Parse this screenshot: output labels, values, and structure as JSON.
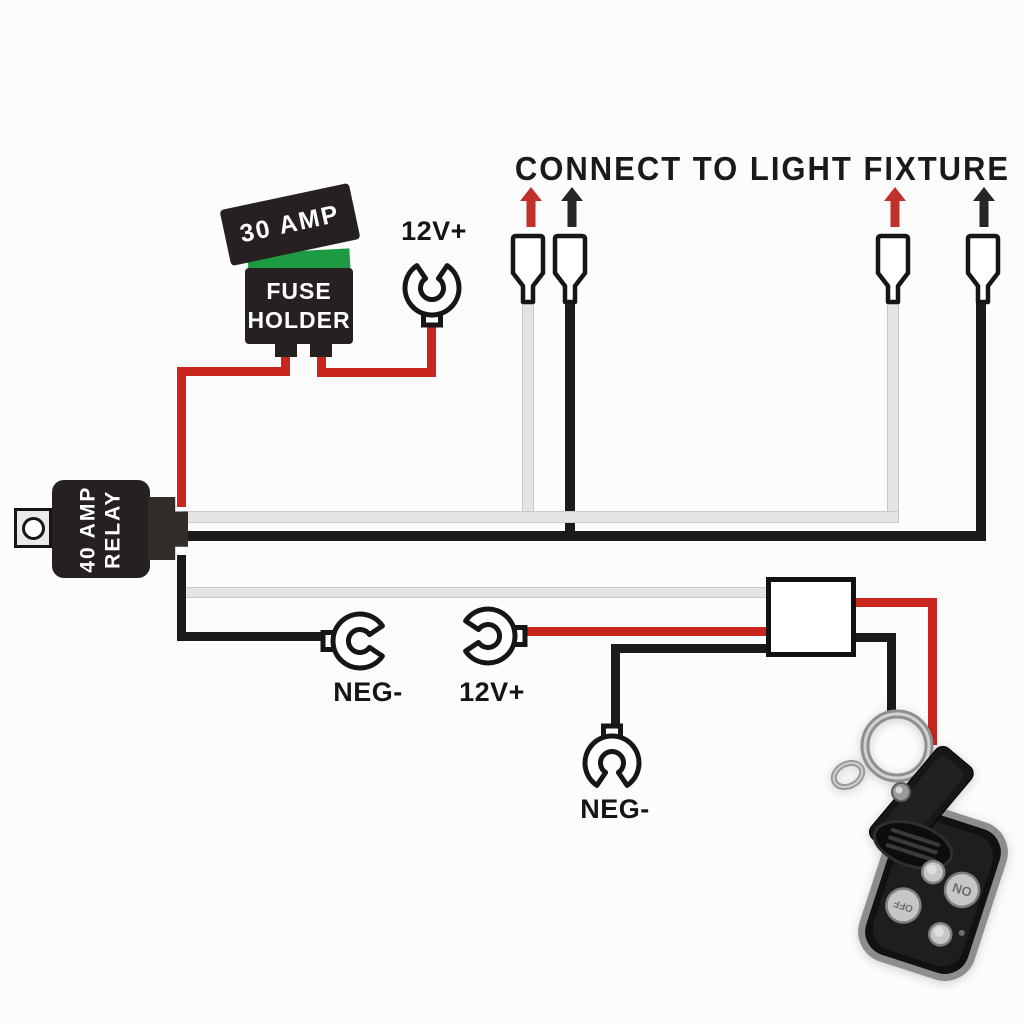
{
  "title": "CONNECT TO LIGHT FIXTURE",
  "fuse": {
    "rating_label": "30 AMP",
    "holder_line1": "FUSE",
    "holder_line2": "HOLDER"
  },
  "relay": {
    "line1": "40 AMP",
    "line2": "RELAY"
  },
  "terminals": {
    "battery_top": "12V+",
    "ground_mid": "NEG-",
    "power_mid": "12V+",
    "ground_bottom": "NEG-"
  },
  "remote": {
    "on_button": "ON",
    "off_button": "OFF"
  },
  "colors": {
    "positive_wire": "#c9271e",
    "negative_wire": "#1b1b1b",
    "white_wire": "#e4e4e4",
    "fuse_strip_green": "#1d9b43",
    "component_body": "#262120"
  }
}
